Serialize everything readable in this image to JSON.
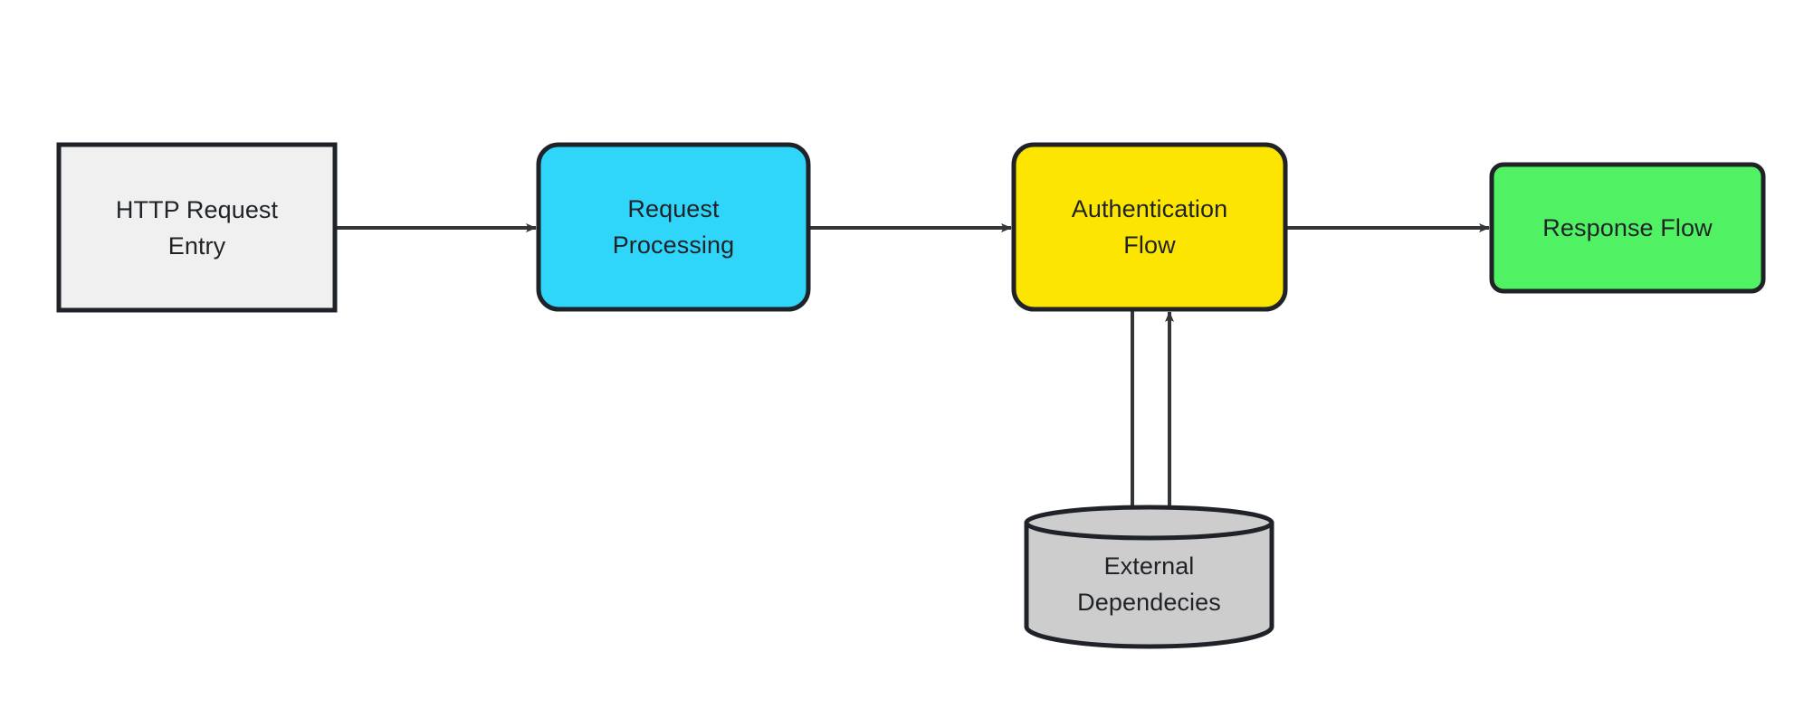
{
  "diagram": {
    "type": "flowchart",
    "direction": "left-to-right",
    "background_color": "#ffffff",
    "stroke_color": "#1f2227",
    "text_color": "#1f2227",
    "nodes": [
      {
        "id": "http-request-entry",
        "label": "HTTP Request\nEntry",
        "shape": "rectangle",
        "fill": "#f0f0f0",
        "stroke": "#1f2227"
      },
      {
        "id": "request-processing",
        "label": "Request\nProcessing",
        "shape": "rounded-rectangle",
        "fill": "#30d5fa",
        "stroke": "#1f2227"
      },
      {
        "id": "authentication-flow",
        "label": "Authentication\nFlow",
        "shape": "rounded-rectangle",
        "fill": "#fde502",
        "stroke": "#1f2227"
      },
      {
        "id": "response-flow",
        "label": "Response Flow",
        "shape": "rounded-rectangle",
        "fill": "#50f263",
        "stroke": "#1f2227"
      },
      {
        "id": "external-dependencies",
        "label": "External\nDependecies",
        "shape": "cylinder",
        "fill": "#cdcdcd",
        "stroke": "#1f2227"
      }
    ],
    "edges": [
      {
        "id": "edge-entry-to-processing",
        "from": "http-request-entry",
        "to": "request-processing",
        "direction": "right",
        "label": ""
      },
      {
        "id": "edge-processing-to-auth",
        "from": "request-processing",
        "to": "authentication-flow",
        "direction": "right",
        "label": ""
      },
      {
        "id": "edge-auth-to-response",
        "from": "authentication-flow",
        "to": "response-flow",
        "direction": "right",
        "label": ""
      },
      {
        "id": "edge-auth-to-dependencies",
        "from": "authentication-flow",
        "to": "external-dependencies",
        "direction": "down",
        "label": ""
      },
      {
        "id": "edge-dependencies-to-auth",
        "from": "external-dependencies",
        "to": "authentication-flow",
        "direction": "up",
        "label": ""
      }
    ]
  }
}
